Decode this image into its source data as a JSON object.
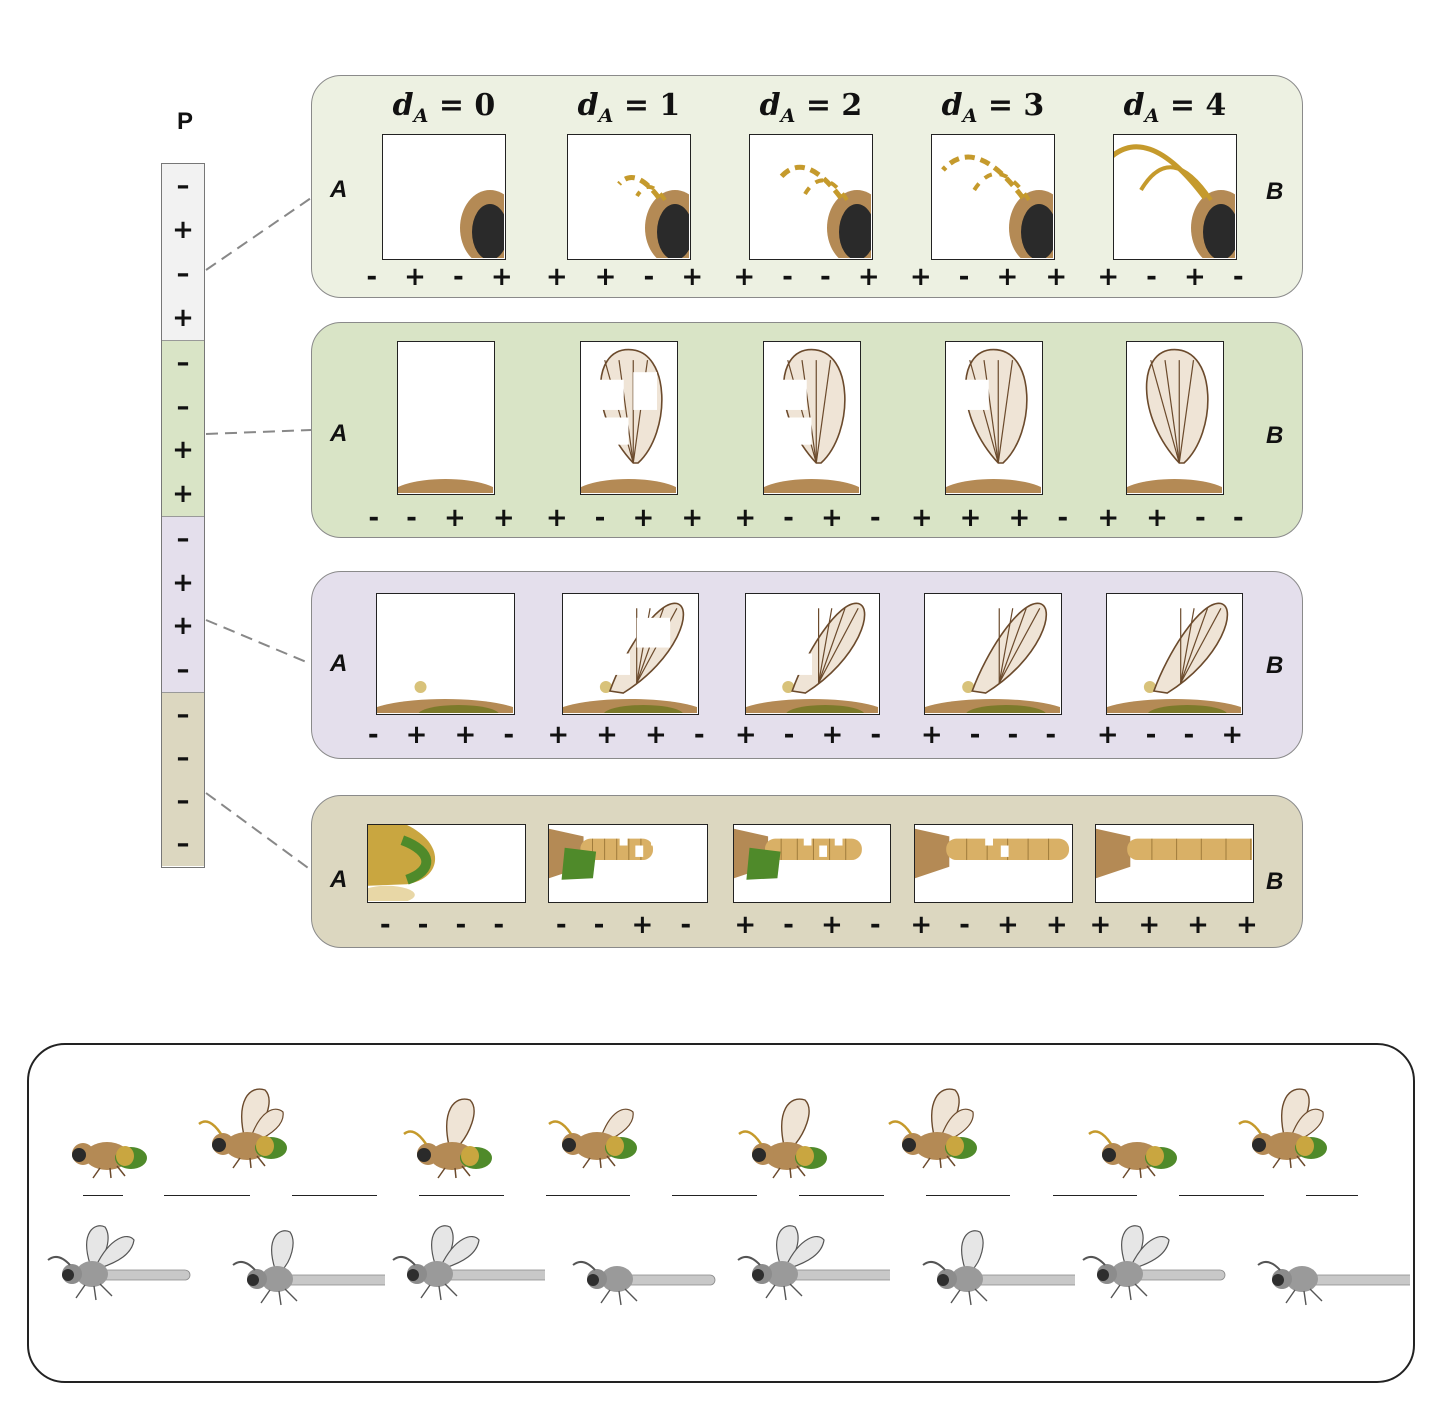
{
  "parent": {
    "label": "P",
    "segments": [
      {
        "color": "#f2f2f2",
        "signs": [
          "-",
          "+",
          "-",
          "+"
        ]
      },
      {
        "color": "#d9e4c6",
        "signs": [
          "-",
          "-",
          "+",
          "+"
        ]
      },
      {
        "color": "#e4dfec",
        "signs": [
          "-",
          "+",
          "+",
          "-"
        ]
      },
      {
        "color": "#dcd7c0",
        "signs": [
          "-",
          "-",
          "-",
          "-"
        ]
      }
    ]
  },
  "endpoint_left": "A",
  "endpoint_right": "B",
  "distance_headers": [
    {
      "var": "d",
      "sub": "A",
      "eq": " = 0"
    },
    {
      "var": "d",
      "sub": "A",
      "eq": " = 1"
    },
    {
      "var": "d",
      "sub": "A",
      "eq": " = 2"
    },
    {
      "var": "d",
      "sub": "A",
      "eq": " = 3"
    },
    {
      "var": "d",
      "sub": "A",
      "eq": " = 4"
    }
  ],
  "panels": [
    {
      "part": "antenna",
      "color": "#edf1e2",
      "sign_rows": [
        "- + - +",
        "+ + - +",
        "+ - - +",
        "+ - + +",
        "+ - + -"
      ]
    },
    {
      "part": "forewing",
      "color": "#d9e4c6",
      "sign_rows": [
        "- - + +",
        "+ - + +",
        "+ - + -",
        "+ + + -",
        "+ + - -"
      ]
    },
    {
      "part": "hindwing",
      "color": "#e4dfec",
      "sign_rows": [
        "- + + -",
        "+ + + -",
        "+ - + -",
        "+ - - -",
        "+ - - +"
      ]
    },
    {
      "part": "abdomen",
      "color": "#dcd7c0",
      "sign_rows": [
        "- - - -",
        "- - + -",
        "+ - + -",
        "+ - + +",
        "+ + + +"
      ]
    }
  ],
  "colors": {
    "panel_border": "#8a8a8a",
    "connector": "#888888",
    "wing_vein": "#6b4a2c",
    "wing_fill": "#efe4d6",
    "body_tan": "#b48a55",
    "abdomen_green": "#4f8a2a",
    "abdomen_yellow": "#c9a640",
    "eye": "#2a2a2a",
    "gray_body": "#9a9a9a"
  },
  "population": {
    "colored_count": 8,
    "gray_count": 8,
    "dash_count": 11
  }
}
